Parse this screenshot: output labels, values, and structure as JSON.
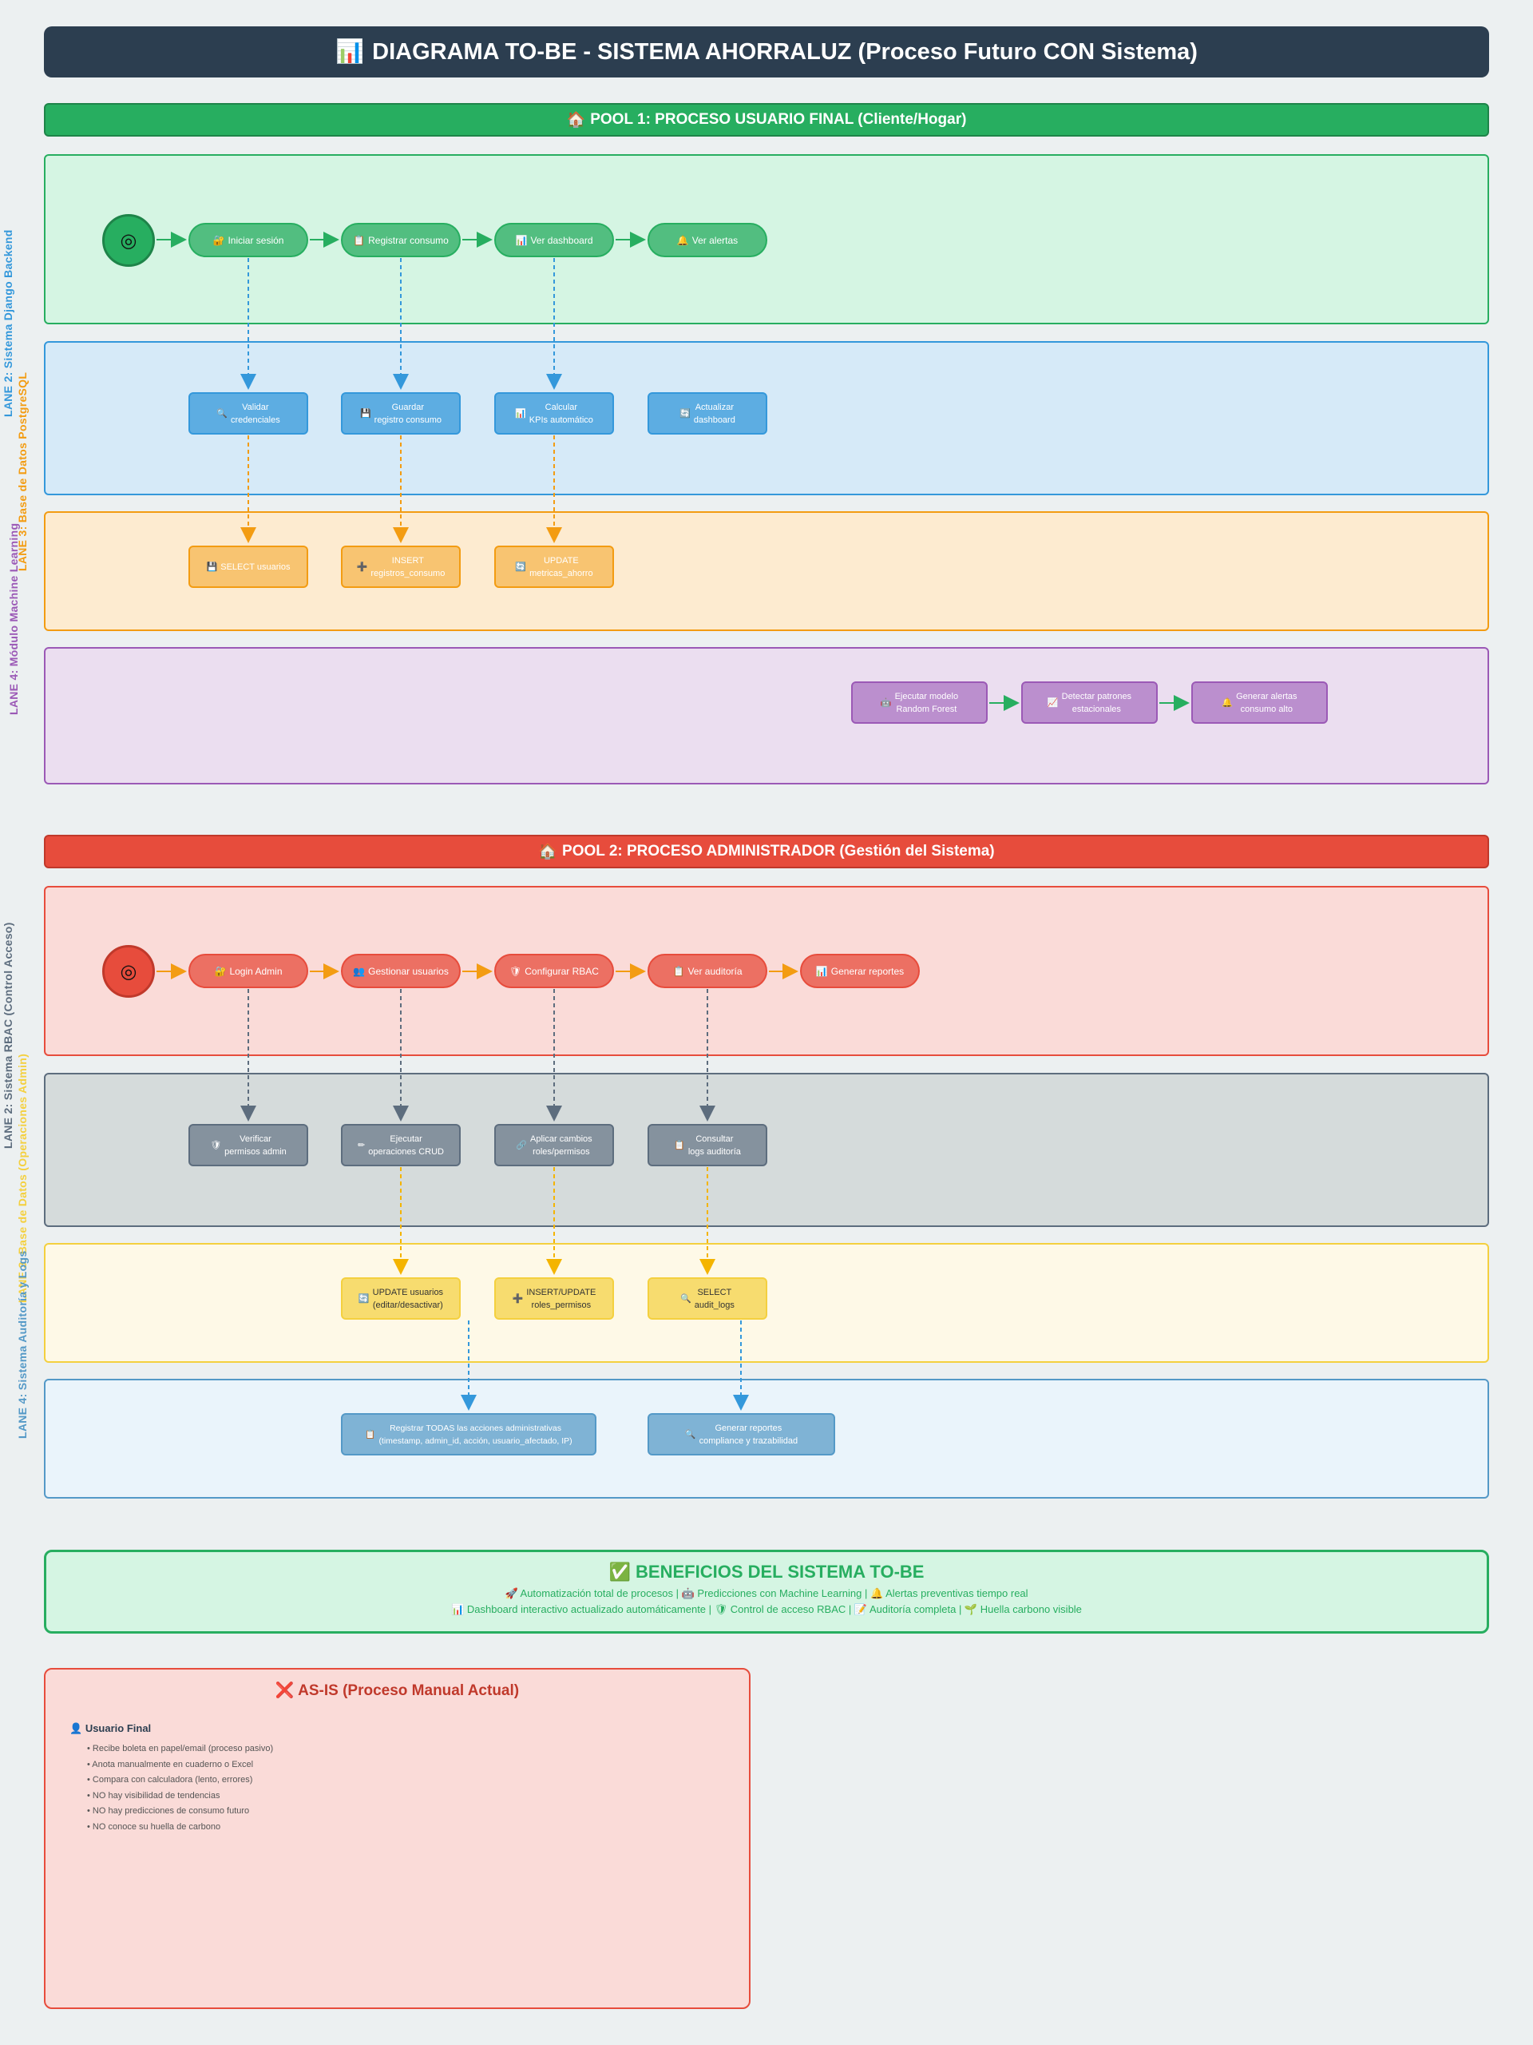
{
  "title": {
    "icon": "📊",
    "text": "DIAGRAMA TO-BE - SISTEMA AHORRALUZ (Proceso Futuro CON Sistema)"
  },
  "pool1": {
    "header_icon": "🏠",
    "header": "POOL 1: PROCESO USUARIO FINAL (Cliente/Hogar)",
    "lane_labels": [
      "LANE 2: Sistema Django Backend",
      "LANE 3: Base de Datos PostgreSQL",
      "LANE 4: Módulo Machine Learning"
    ],
    "start_icon": "◎",
    "tasks": [
      {
        "icon": "🔐",
        "label": "Iniciar sesión"
      },
      {
        "icon": "📋",
        "label": "Registrar consumo"
      },
      {
        "icon": "📊",
        "label": "Ver dashboard"
      },
      {
        "icon": "🔔",
        "label": "Ver alertas"
      }
    ],
    "backend": [
      {
        "icon": "🔍",
        "label": "Validar\ncredenciales"
      },
      {
        "icon": "💾",
        "label": "Guardar\nregistro consumo"
      },
      {
        "icon": "📊",
        "label": "Calcular\nKPIs automático"
      },
      {
        "icon": "🔄",
        "label": "Actualizar\ndashboard"
      }
    ],
    "database": [
      {
        "icon": "💾",
        "label": "SELECT usuarios"
      },
      {
        "icon": "➕",
        "label": "INSERT\nregistros_consumo"
      },
      {
        "icon": "🔄",
        "label": "UPDATE\nmetricas_ahorro"
      }
    ],
    "ml": [
      {
        "icon": "🤖",
        "label": "Ejecutar modelo\nRandom Forest"
      },
      {
        "icon": "📈",
        "label": "Detectar patrones\nestacionales"
      },
      {
        "icon": "🔔",
        "label": "Generar alertas\nconsumo alto"
      }
    ]
  },
  "pool2": {
    "header_icon": "🏠",
    "header": "POOL 2: PROCESO ADMINISTRADOR (Gestión del Sistema)",
    "lane_labels": [
      "LANE 2: Sistema RBAC (Control Acceso)",
      "LANE 3: Base de Datos (Operaciones Admin)",
      "LANE 4: Sistema Auditoría y Logs"
    ],
    "start_icon": "◎",
    "tasks": [
      {
        "icon": "🔐",
        "label": "Login Admin"
      },
      {
        "icon": "👥",
        "label": "Gestionar usuarios"
      },
      {
        "icon": "🛡",
        "label": "Configurar RBAC"
      },
      {
        "icon": "📋",
        "label": "Ver auditoría"
      },
      {
        "icon": "📊",
        "label": "Generar reportes"
      }
    ],
    "rbac": [
      {
        "icon": "🛡",
        "label": "Verificar\npermisos admin"
      },
      {
        "icon": "✏",
        "label": "Ejecutar\noperaciones CRUD"
      },
      {
        "icon": "🔗",
        "label": "Aplicar cambios\nroles/permisos"
      },
      {
        "icon": "📋",
        "label": "Consultar\nlogs auditoría"
      }
    ],
    "database": [
      {
        "icon": "🔄",
        "label": "UPDATE usuarios\n(editar/desactivar)"
      },
      {
        "icon": "➕",
        "label": "INSERT/UPDATE\nroles_permisos"
      },
      {
        "icon": "🔍",
        "label": "SELECT\naudit_logs"
      }
    ],
    "audit": [
      {
        "icon": "📋",
        "label": "Registrar TODAS las acciones administrativas\n(timestamp, admin_id, acción, usuario_afectado, IP)"
      },
      {
        "icon": "🔍",
        "label": "Generar reportes\ncompliance y trazabilidad"
      }
    ]
  },
  "benefits": {
    "icon": "✅",
    "title": "BENEFICIOS DEL SISTEMA TO-BE",
    "line1": "🚀 Automatización total de procesos | 🤖 Predicciones con Machine Learning | 🔔 Alertas preventivas tiempo real",
    "line2": "📊 Dashboard interactivo actualizado automáticamente | 🛡 Control de acceso RBAC | 📝 Auditoría completa | 🌱 Huella carbono visible"
  },
  "asis": {
    "icon": "❌",
    "title": "AS-IS (Proceso Manual Actual)",
    "heading_icon": "👤",
    "heading": "Usuario Final",
    "items": [
      "• Recibe boleta en papel/email (proceso pasivo)",
      "• Anota manualmente en cuaderno o Excel",
      "• Compara con calculadora (lento, errores)",
      "• NO hay visibilidad de tendencias",
      "• NO hay predicciones de consumo futuro",
      "• NO conoce su huella de carbono"
    ]
  },
  "colors": {
    "title_bg": "#2c3e50",
    "pool1": "#27ae60",
    "pool2": "#e74c3c",
    "user_lane": "#d5f5e3",
    "backend_lane": "#d6eaf8",
    "db_lane": "#fdebd0",
    "ml_lane": "#ebdef0",
    "admin_lane": "#fadbd8",
    "rbac_lane": "#d5dbdb",
    "db2_lane": "#fef9e7",
    "audit_lane": "#eaf4fb"
  }
}
